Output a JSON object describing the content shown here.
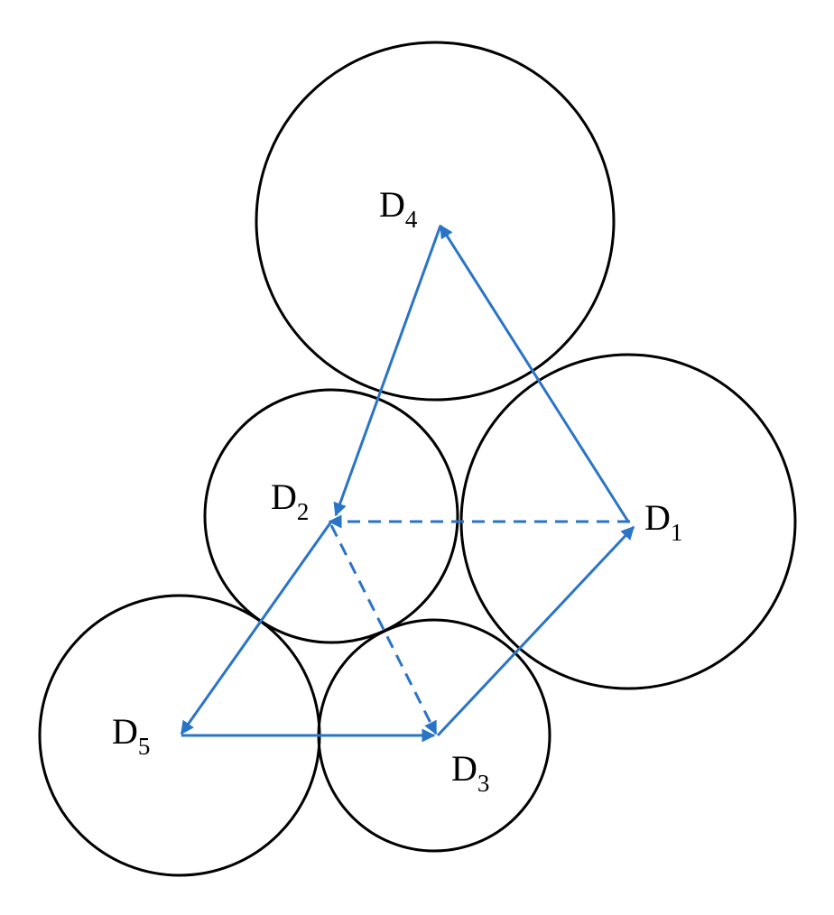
{
  "colors": {
    "circle_stroke": "#000000",
    "arrow": "#2a74c8",
    "label": "#000000"
  },
  "nodes": [
    {
      "id": "D1",
      "letter": "D",
      "sub": "1"
    },
    {
      "id": "D2",
      "letter": "D",
      "sub": "2"
    },
    {
      "id": "D3",
      "letter": "D",
      "sub": "3"
    },
    {
      "id": "D4",
      "letter": "D",
      "sub": "4"
    },
    {
      "id": "D5",
      "letter": "D",
      "sub": "5"
    }
  ],
  "edges": [
    {
      "from": "D1",
      "to": "D4",
      "style": "solid"
    },
    {
      "from": "D4",
      "to": "D2",
      "style": "solid"
    },
    {
      "from": "D2",
      "to": "D5",
      "style": "solid"
    },
    {
      "from": "D5",
      "to": "D3",
      "style": "solid"
    },
    {
      "from": "D3",
      "to": "D1",
      "style": "solid"
    },
    {
      "from": "D1",
      "to": "D2",
      "style": "dashed"
    },
    {
      "from": "D2",
      "to": "D3",
      "style": "dashed"
    }
  ]
}
